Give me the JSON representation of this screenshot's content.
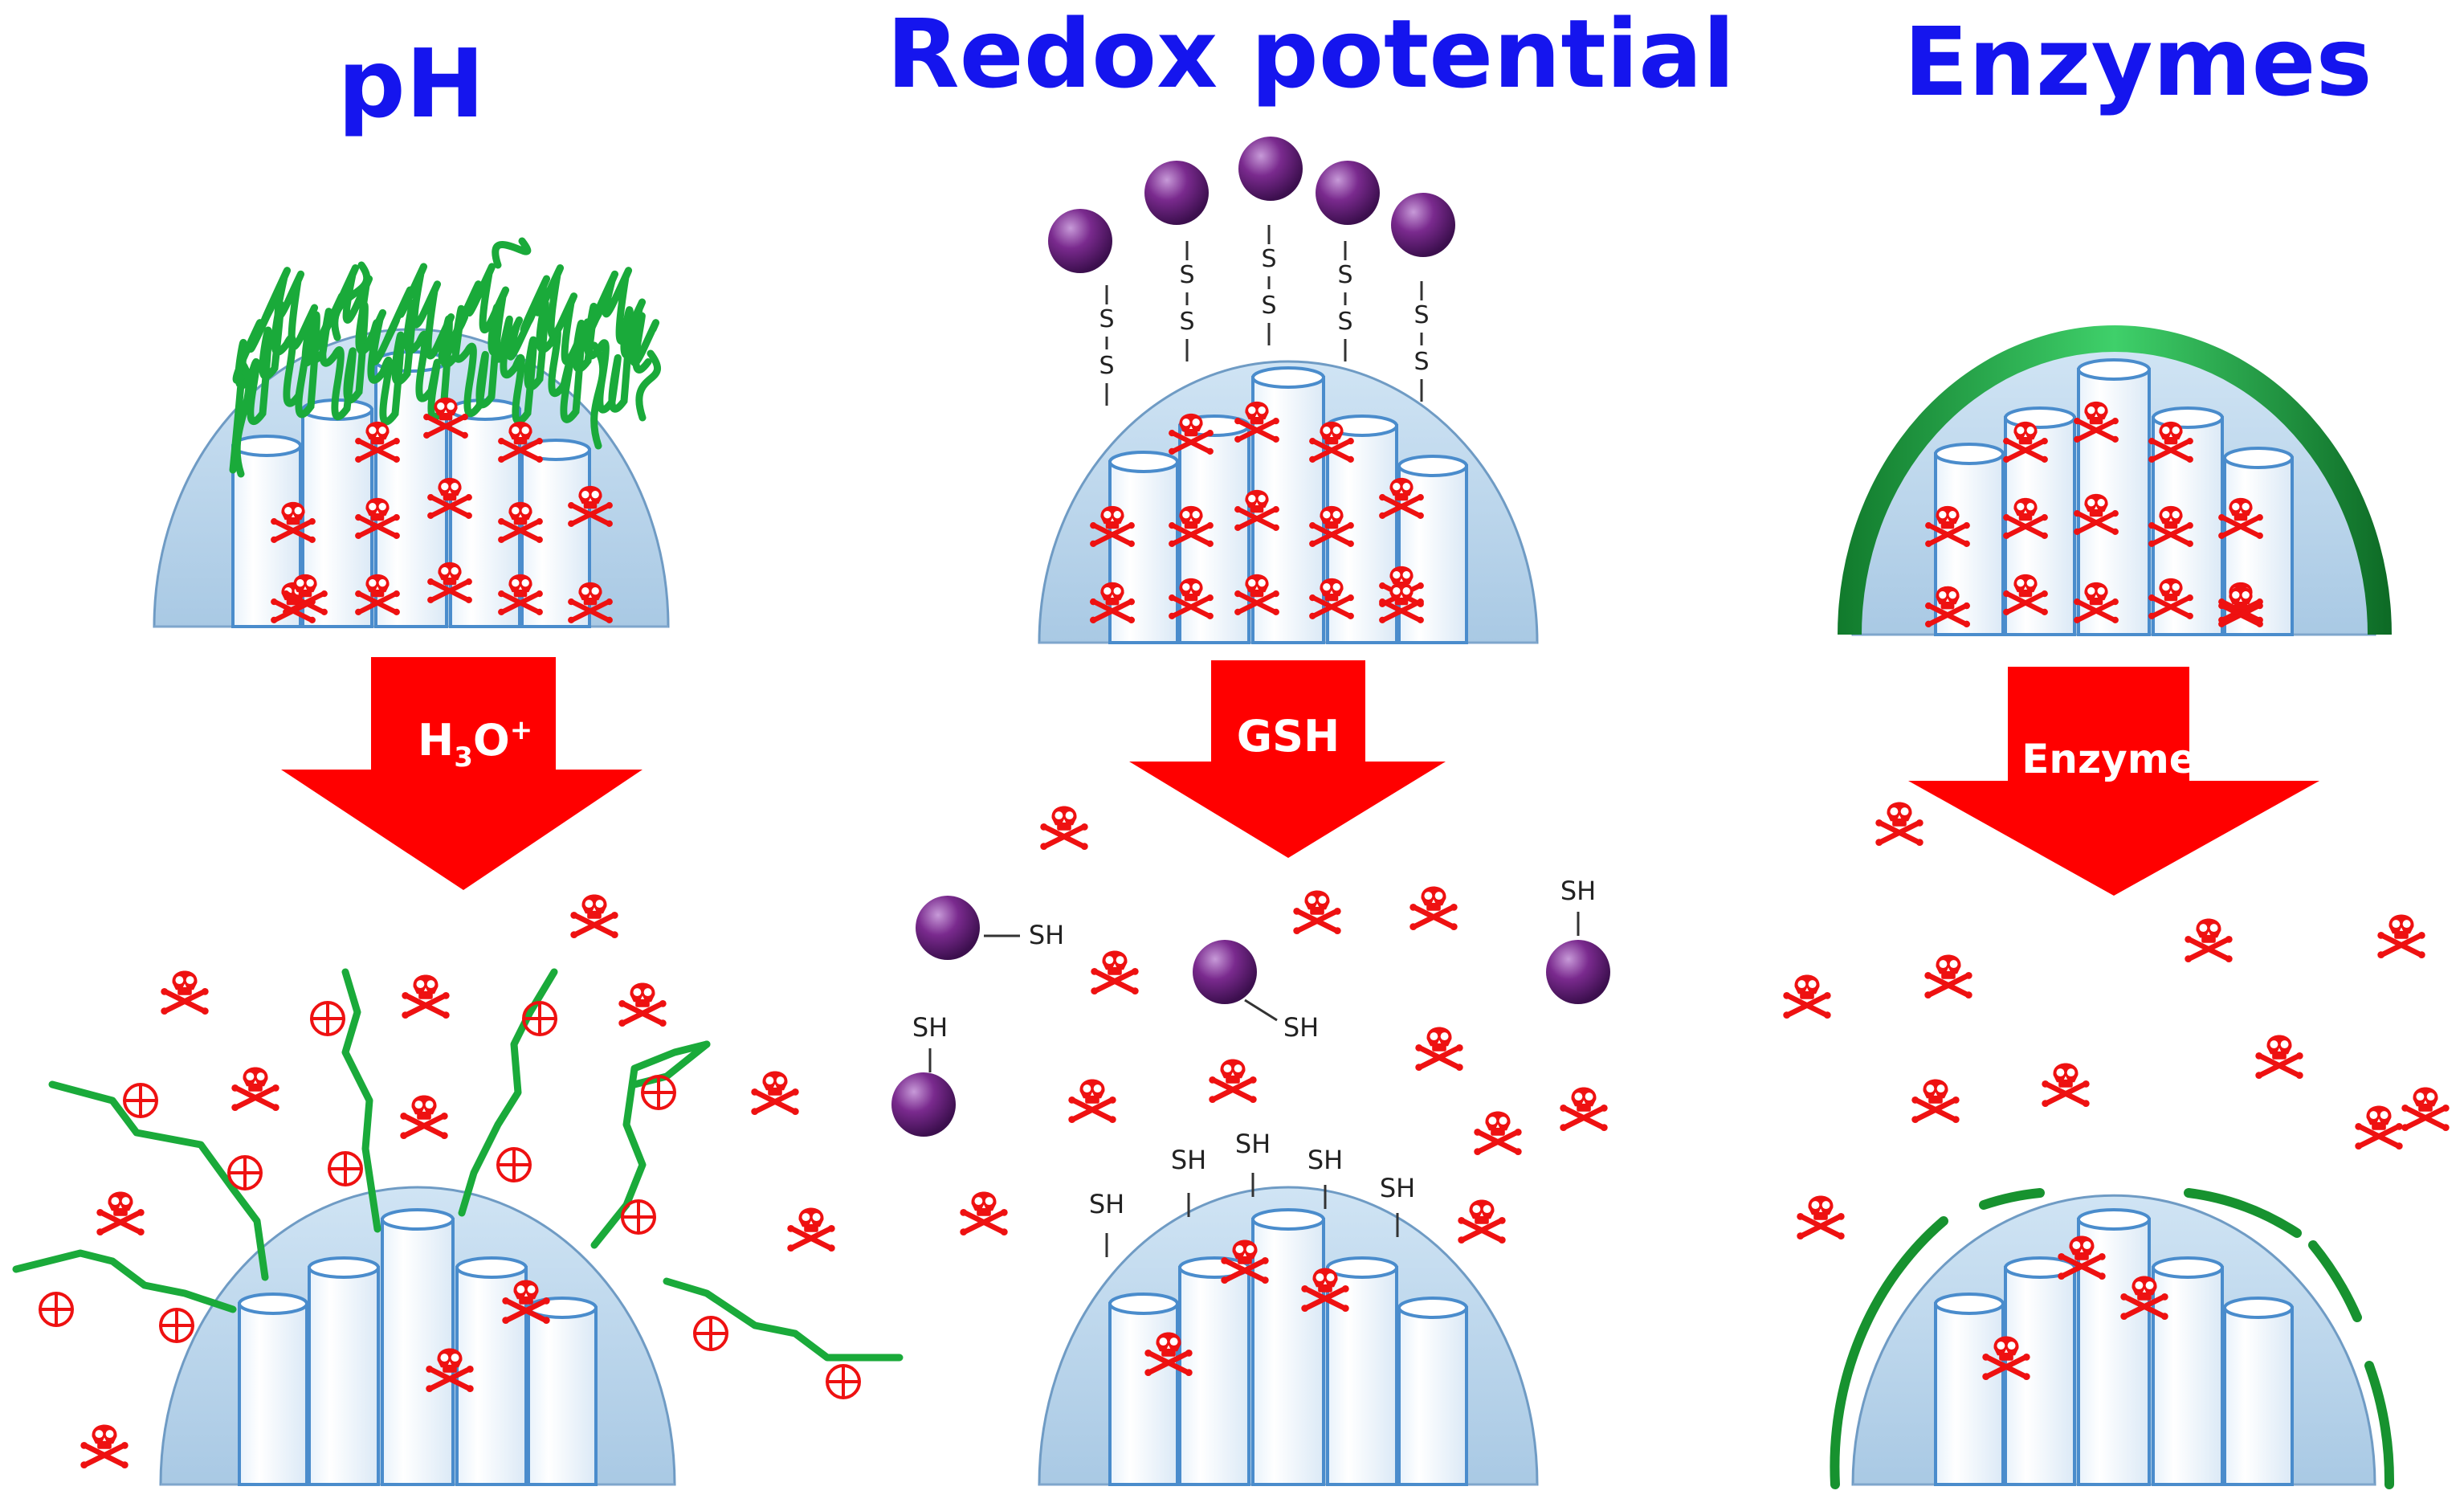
{
  "panels": [
    {
      "title": "pH",
      "arrow_label": "H3O+",
      "arrow_label_main": "H",
      "arrow_label_sub": "3",
      "arrow_label_rest": "O",
      "arrow_label_sup": "+"
    },
    {
      "title": "Redox potential",
      "arrow_label": "GSH"
    },
    {
      "title": "Enzymes",
      "arrow_label": "Enzyme"
    }
  ],
  "labels": {
    "thiol": "SH",
    "sulfur": "S",
    "positive_charge": "⊕"
  },
  "colors": {
    "title": "#1515ee",
    "arrow": "#ff0000",
    "skull": "#ee1111",
    "polymer": "#1aaa3a",
    "particle": "#bcd8ee",
    "pore_outline": "#4a8ccc",
    "sphere": "#7a2a8e"
  },
  "icons": [
    "skull-crossbones-icon",
    "positive-charge-icon",
    "purple-sphere-icon"
  ]
}
